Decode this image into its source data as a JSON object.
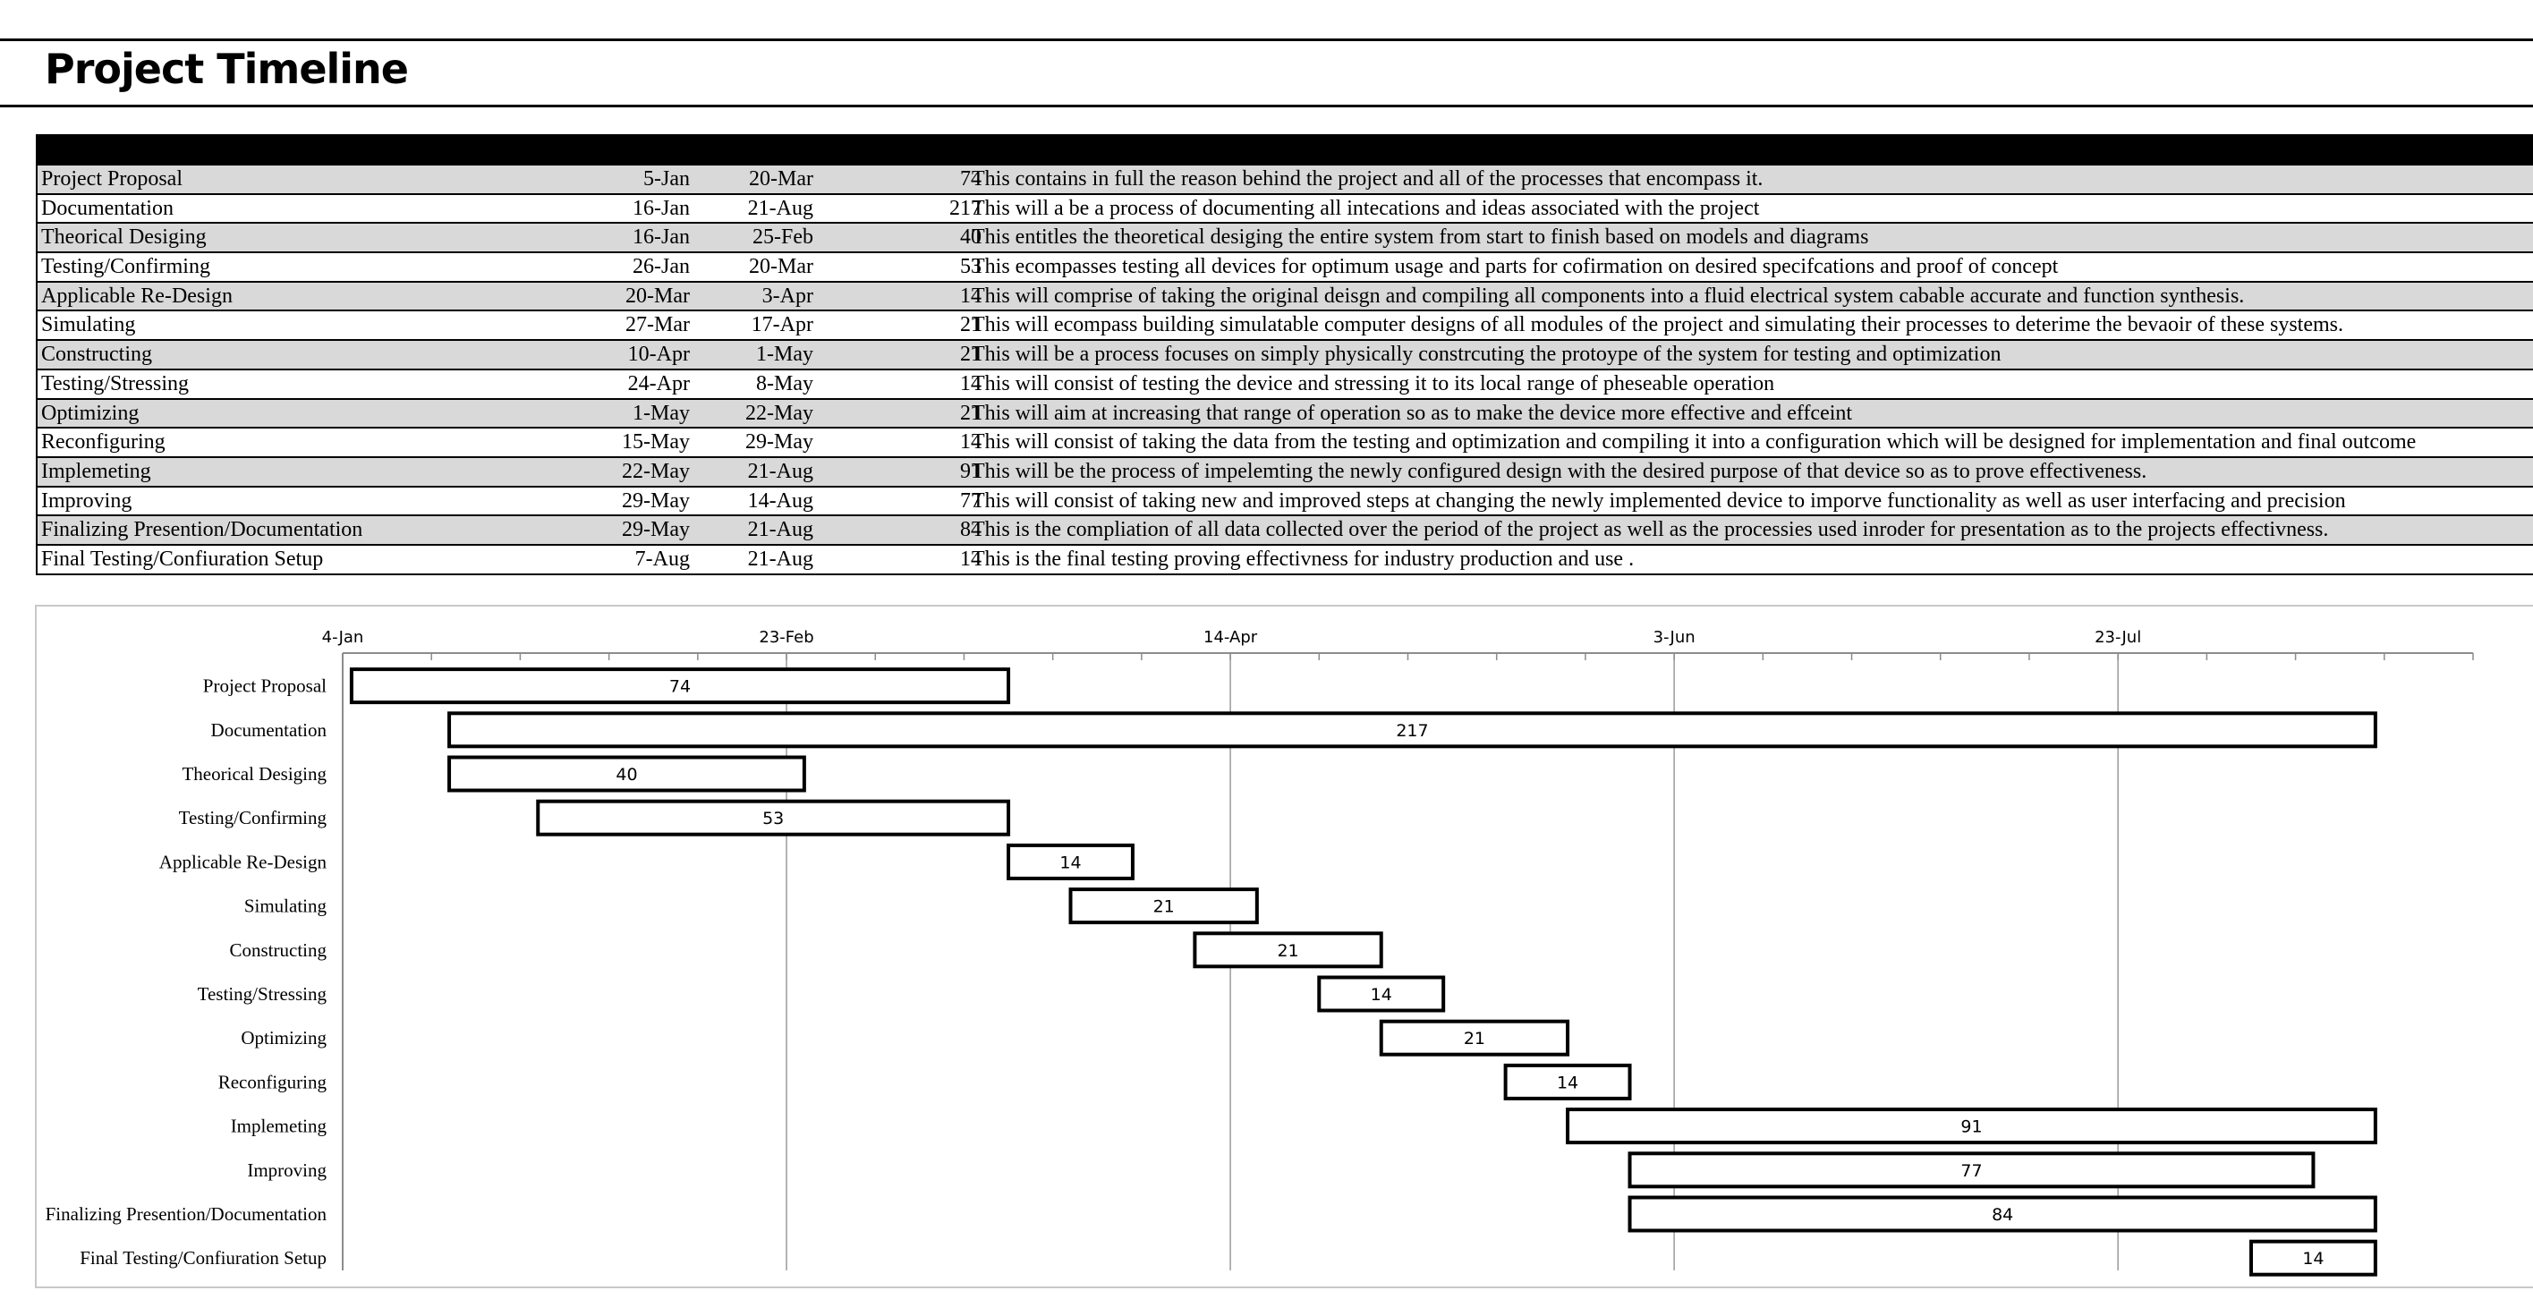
{
  "title": "Project Timeline",
  "tasks": [
    {
      "task": "Project Proposal",
      "start": "5-Jan",
      "end": "20-Mar",
      "duration": "74",
      "description": "This contains in full the reason behind the project and all of the processes that encompass it."
    },
    {
      "task": "Documentation",
      "start": "16-Jan",
      "end": "21-Aug",
      "duration": "217",
      "description": "This will a be a process of documenting all intecations and ideas associated with the project"
    },
    {
      "task": "Theorical Desiging",
      "start": "16-Jan",
      "end": "25-Feb",
      "duration": "40",
      "description": "This entitles the theoretical desiging the entire system from start to finish based on models and diagrams"
    },
    {
      "task": "Testing/Confirming",
      "start": "26-Jan",
      "end": "20-Mar",
      "duration": "53",
      "description": "This ecompasses testing all devices for optimum usage and parts for cofirmation on desired specifcations and proof of concept"
    },
    {
      "task": "Applicable Re-Design",
      "start": "20-Mar",
      "end": "3-Apr",
      "duration": "14",
      "description": " This will comprise of taking the original deisgn and compiling all components into a fluid electrical system cabable accurate and function synthesis."
    },
    {
      "task": "Simulating",
      "start": "27-Mar",
      "end": "17-Apr",
      "duration": "21",
      "description": "This will ecompass building simulatable computer designs of all modules of the project and simulating their processes to deterime the bevaoir of these systems."
    },
    {
      "task": "Constructing",
      "start": "10-Apr",
      "end": "1-May",
      "duration": "21",
      "description": "This will be a process focuses on simply physically constrcuting the protoype of the system for testing and optimization"
    },
    {
      "task": "Testing/Stressing",
      "start": "24-Apr",
      "end": "8-May",
      "duration": "14",
      "description": "This will consist of testing the device and stressing it to its local range of pheseable operation"
    },
    {
      "task": "Optimizing",
      "start": "1-May",
      "end": "22-May",
      "duration": "21",
      "description": "This will aim at increasing that range of operation so as to make the device more effective and effceint"
    },
    {
      "task": "Reconfiguring",
      "start": "15-May",
      "end": "29-May",
      "duration": "14",
      "description": "This will consist of taking the data from the testing and optimization and compiling it into a configuration which will be designed for implementation and final outcome"
    },
    {
      "task": "Implemeting",
      "start": "22-May",
      "end": "21-Aug",
      "duration": "91",
      "description": "This will be the process of impelemting the newly configured design with the desired purpose of that device so as to prove effectiveness."
    },
    {
      "task": "Improving",
      "start": "29-May",
      "end": "14-Aug",
      "duration": "77",
      "description": "This will consist of taking new and improved steps at changing the newly implemented device to imporve functionality as well as user interfacing and precision"
    },
    {
      "task": "Finalizing Presention/Documentation",
      "start": "29-May",
      "end": "21-Aug",
      "duration": "84",
      "description": "This is the compliation of all data collected over the period of the project as well as the processies used inroder for presentation as to the projects effectivness."
    },
    {
      "task": "Final Testing/Confiuration Setup",
      "start": "7-Aug",
      "end": "21-Aug",
      "duration": "14",
      "description": "This is the final testing proving effectivness for industry production and use ."
    }
  ],
  "chart_data": {
    "type": "bar",
    "orientation": "horizontal-gantt",
    "x_axis": {
      "type": "date",
      "range": [
        "4-Jan",
        "1-Sep"
      ],
      "tick_labels": [
        "4-Jan",
        "23-Feb",
        "14-Apr",
        "3-Jun",
        "23-Jul"
      ],
      "tick_days": [
        4,
        54,
        104,
        154,
        204
      ],
      "minor_tick_every_days": 10,
      "position": "top"
    },
    "grid": true,
    "categories": [
      "Project Proposal",
      "Documentation",
      "Theorical Desiging",
      "Testing/Confirming",
      "Applicable Re-Design",
      "Simulating",
      "Constructing",
      "Testing/Stressing",
      "Optimizing",
      "Reconfiguring",
      "Implemeting",
      "Improving",
      "Finalizing Presention/Documentation",
      "Final Testing/Confiuration Setup"
    ],
    "start_day": [
      5,
      16,
      16,
      26,
      79,
      86,
      100,
      114,
      121,
      135,
      142,
      149,
      149,
      219
    ],
    "values": [
      74,
      217,
      40,
      53,
      14,
      21,
      21,
      14,
      21,
      14,
      91,
      77,
      84,
      14
    ],
    "bar_fill": "#ffffff",
    "bar_stroke": "#000000"
  }
}
